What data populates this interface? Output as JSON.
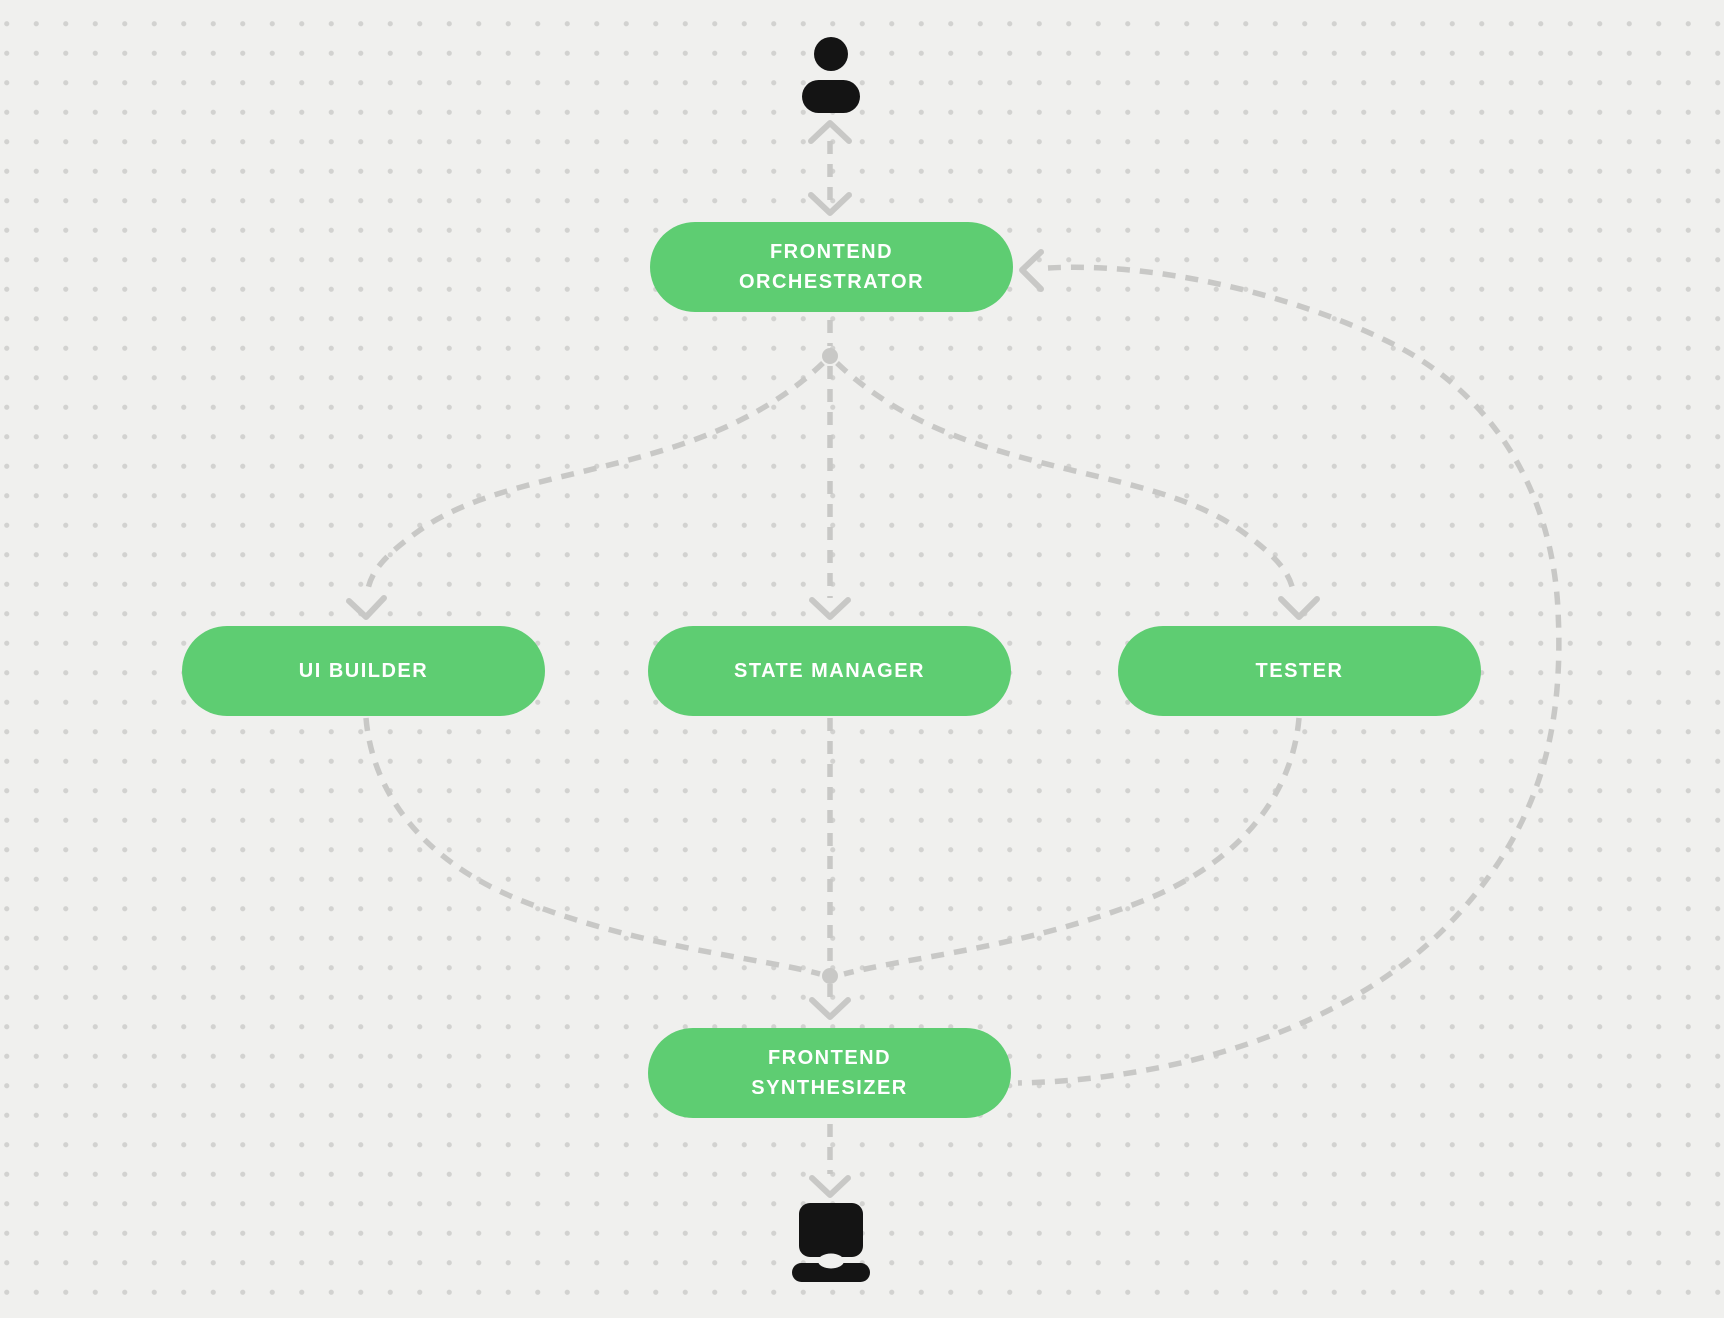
{
  "palette": {
    "canvas_bg": "#f0f0ee",
    "dot": "#d2d2d0",
    "connector": "#c8c8c6",
    "node_fill": "#5ecd72",
    "node_text": "#ffffff",
    "icon": "#141414"
  },
  "nodes": {
    "orchestrator": {
      "label": "FRONTEND\nORCHESTRATOR"
    },
    "ui_builder": {
      "label": "UI BUILDER"
    },
    "state_manager": {
      "label": "STATE MANAGER"
    },
    "tester": {
      "label": "TESTER"
    },
    "synthesizer": {
      "label": "FRONTEND\nSYNTHESIZER"
    }
  },
  "icons": {
    "top": "user-icon",
    "bottom": "laptop-icon"
  },
  "connections": [
    {
      "from": "user",
      "to": "frontend-orchestrator",
      "direction": "bidirectional",
      "style": "dashed"
    },
    {
      "from": "frontend-orchestrator",
      "to": "ui-builder",
      "direction": "one-way",
      "style": "dashed"
    },
    {
      "from": "frontend-orchestrator",
      "to": "state-manager",
      "direction": "one-way",
      "style": "dashed"
    },
    {
      "from": "frontend-orchestrator",
      "to": "tester",
      "direction": "one-way",
      "style": "dashed"
    },
    {
      "from": "ui-builder",
      "to": "frontend-synthesizer",
      "direction": "one-way",
      "style": "dashed"
    },
    {
      "from": "state-manager",
      "to": "frontend-synthesizer",
      "direction": "one-way",
      "style": "dashed"
    },
    {
      "from": "tester",
      "to": "frontend-synthesizer",
      "direction": "one-way",
      "style": "dashed"
    },
    {
      "from": "frontend-synthesizer",
      "to": "frontend-orchestrator",
      "direction": "one-way",
      "style": "dashed"
    },
    {
      "from": "frontend-synthesizer",
      "to": "laptop",
      "direction": "one-way",
      "style": "dashed"
    }
  ]
}
